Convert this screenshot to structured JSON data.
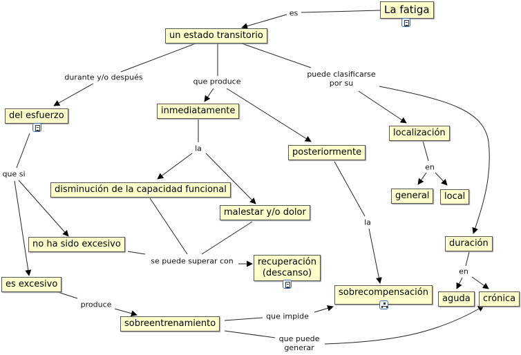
{
  "diagram": {
    "title": "La fatiga",
    "concepts": {
      "la_fatiga": "La fatiga",
      "estado": "un estado transitorio",
      "esfuerzo": "del esfuerzo",
      "inmediatamente": "inmediatamente",
      "posteriormente": "posteriormente",
      "localizacion": "localización",
      "disminucion": "disminución de la capacidad funcional",
      "malestar": "malestar y/o dolor",
      "general": "general",
      "local": "local",
      "no_excesivo": "no ha sido excesivo",
      "recuperacion": "recuperación\n(descanso)",
      "duracion": "duración",
      "excesivo": "es excesivo",
      "sobrecompensacion": "sobrecompensación",
      "aguda": "aguda",
      "cronica": "crónica",
      "sobreentrenamiento": "sobreentrenamiento"
    },
    "linking_phrases": {
      "es": "es",
      "durante": "durante y/o después",
      "que_produce": "que produce",
      "puede_clasificarse": "puede clasificarse\npor su",
      "la1": "la",
      "la2": "la",
      "en1": "en",
      "en2": "en",
      "que_si": "que si",
      "se_puede_superar": "se puede superar con",
      "produce": "produce",
      "que_impide": "que impide",
      "que_puede_generar": "que puede\ngenerar"
    },
    "resource_icons": [
      "document-icon",
      "document-icon",
      "document-icon",
      "concept-map-icon"
    ]
  }
}
